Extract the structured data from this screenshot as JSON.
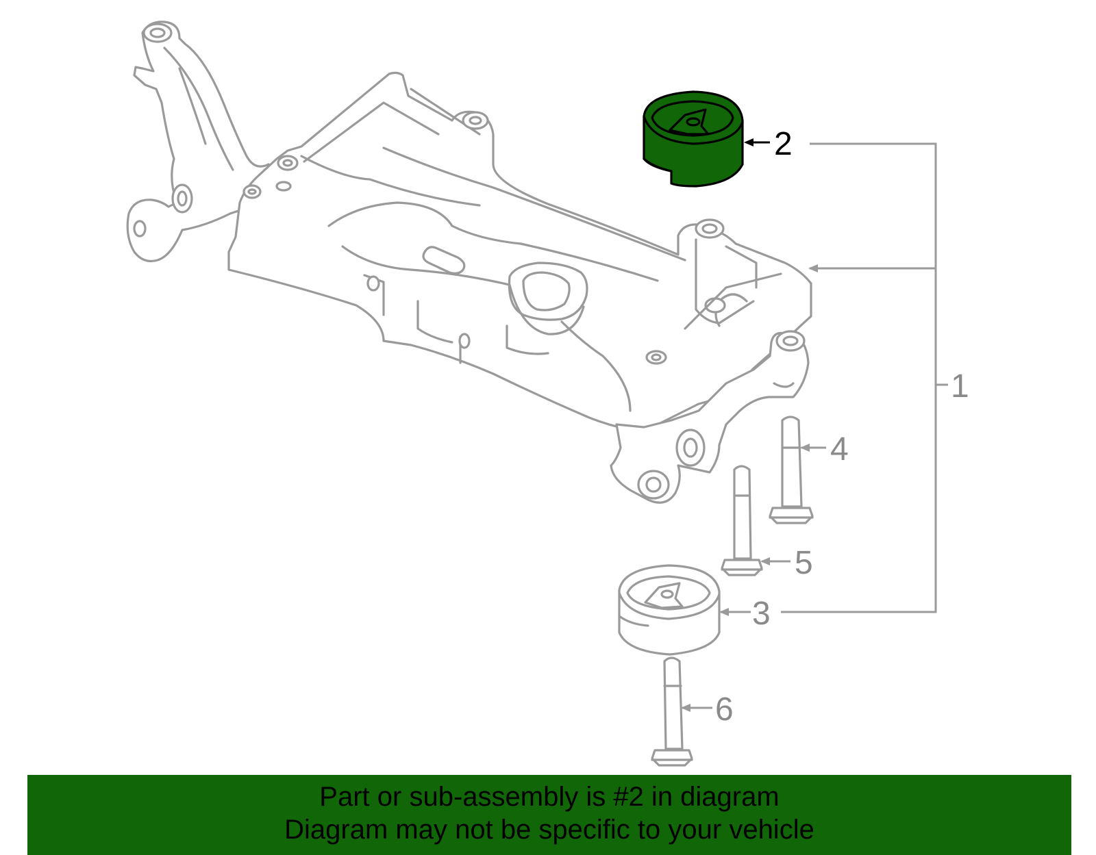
{
  "diagram": {
    "callouts": {
      "c1": "1",
      "c2": "2",
      "c3": "3",
      "c4": "4",
      "c5": "5",
      "c6": "6"
    },
    "highlighted_part": "2",
    "colors": {
      "highlight_fill": "#116608",
      "line_gray": "#9a9a9a",
      "banner_bg": "#116608",
      "text": "#000000"
    }
  },
  "banner": {
    "line1": "Part or sub-assembly is #2 in diagram",
    "line2": "Diagram may not be specific to your vehicle"
  }
}
